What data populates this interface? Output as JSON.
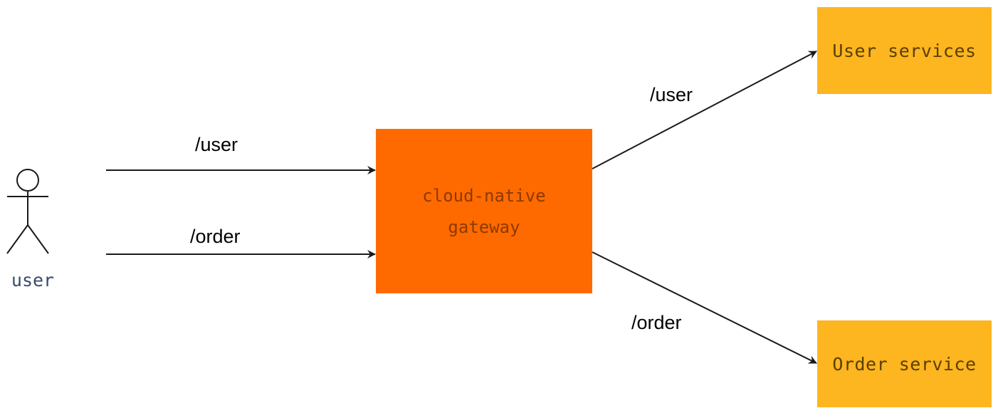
{
  "actor": {
    "label": "user"
  },
  "gateway": {
    "label": "cloud-native gateway"
  },
  "services": {
    "user": {
      "label": "User services"
    },
    "order": {
      "label": "Order service"
    }
  },
  "edges": {
    "in_user": "/user",
    "in_order": "/order",
    "out_user": "/user",
    "out_order": "/order"
  },
  "colors": {
    "gateway_fill": "#ff6a00",
    "gateway_text": "#8c3a00",
    "service_fill": "#fdb520",
    "service_text": "#5a4000",
    "actor_text": "#3a4a6a",
    "line": "#1a1a1a"
  }
}
